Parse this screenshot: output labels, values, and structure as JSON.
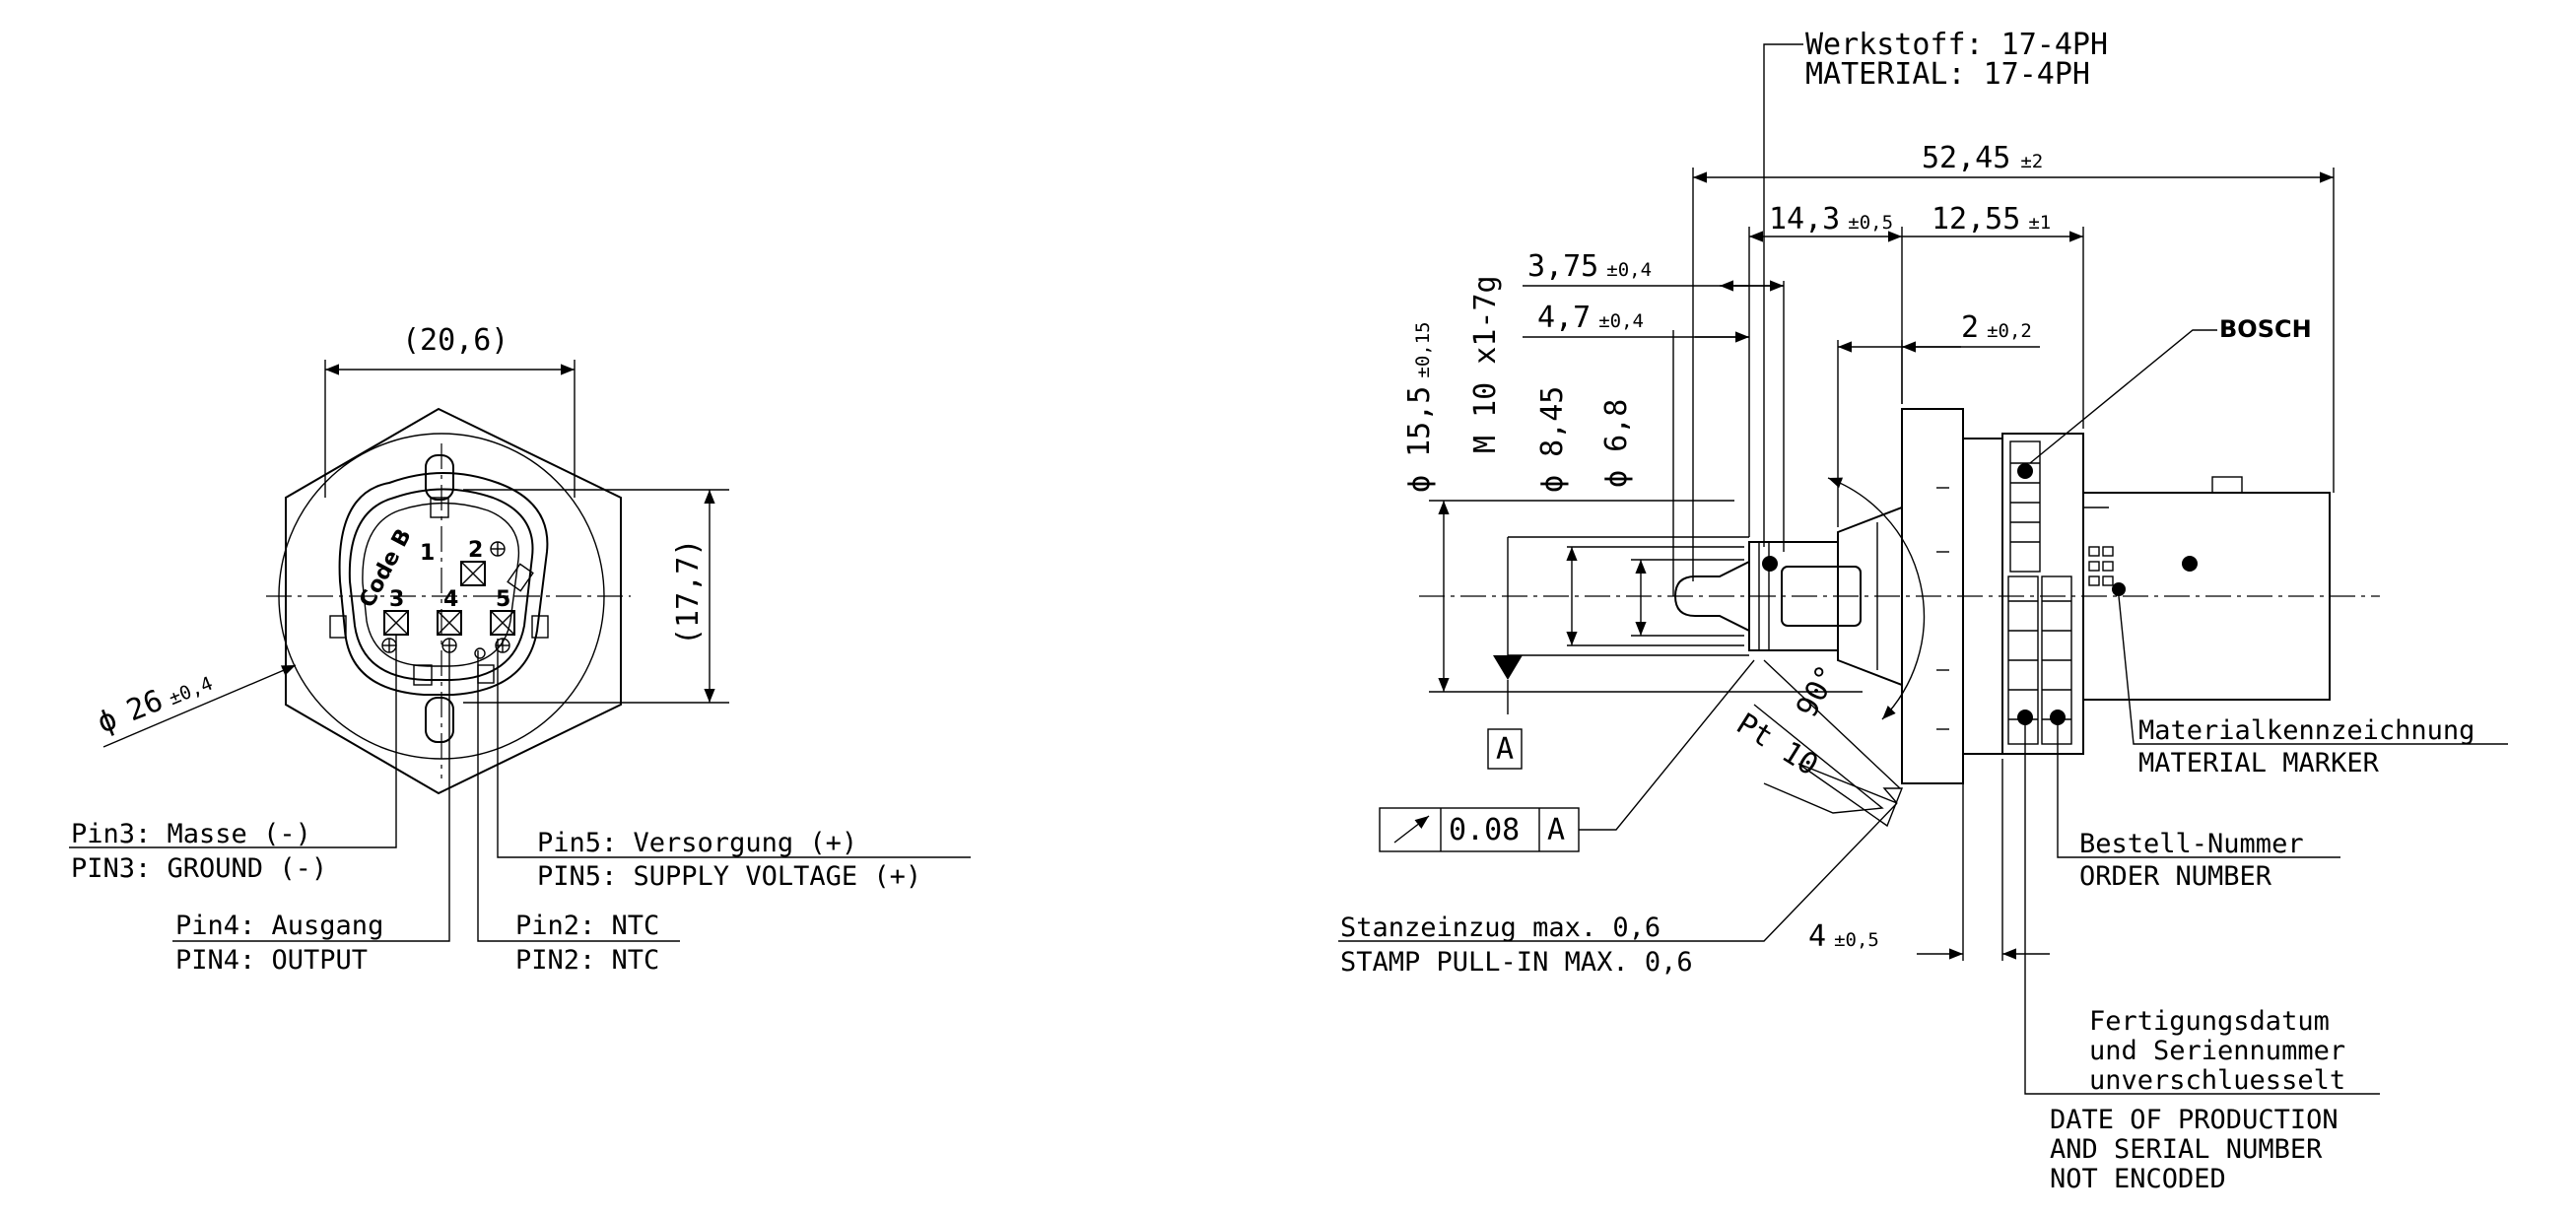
{
  "left_view": {
    "dims": {
      "width": "(20,6)",
      "height": "(17,7)",
      "diameter_sym": "ϕ",
      "diameter": "26",
      "diameter_tol": "±0,4"
    },
    "connector": {
      "code": "Code B",
      "pins": [
        "1",
        "2",
        "3",
        "4",
        "5"
      ]
    },
    "callouts": {
      "pin3_de": "Pin3: Masse (-)",
      "pin3_en": "PIN3: GROUND (-)",
      "pin4_de": "Pin4: Ausgang",
      "pin4_en": "PIN4: OUTPUT",
      "pin2_de": "Pin2: NTC",
      "pin2_en": "PIN2: NTC",
      "pin5_de": "Pin5: Versorgung (+)",
      "pin5_en": "PIN5: SUPPLY VOLTAGE (+)"
    }
  },
  "right_view": {
    "material_de": "Werkstoff: 17-4PH",
    "material_en": "MATERIAL: 17-4PH",
    "dims": {
      "overall": "52,45",
      "overall_tol": "±2",
      "d143": "14,3",
      "d143_tol": "±0,5",
      "d1255": "12,55",
      "d1255_tol": "±1",
      "d375": "3,75",
      "d375_tol": "±0,4",
      "d47": "4,7",
      "d47_tol": "±0,4",
      "d2": "2",
      "d2_tol": "±0,2",
      "d4": "4",
      "d4_tol": "±0,5",
      "dia155": "ϕ 15,5",
      "dia155_tol": "±0,15",
      "thread": "M 10 x1-7g",
      "dia845": "ϕ 8,45",
      "dia68": "ϕ 6,8",
      "angle": "90°",
      "pt": "Pt 10"
    },
    "datum": "A",
    "tolerance_frame": {
      "value": "0.08",
      "datum": "A"
    },
    "brand": "BOSCH",
    "callouts": {
      "stamp_de": "Stanzeinzug max. 0,6",
      "stamp_en": "STAMP PULL-IN MAX. 0,6",
      "marker_de": "Materialkennzeichnung",
      "marker_en": "MATERIAL MARKER",
      "order_de": "Bestell-Nummer",
      "order_en": "ORDER NUMBER",
      "date_de_1": "Fertigungsdatum",
      "date_de_2": "und Seriennummer",
      "date_de_3": "unverschluesselt",
      "date_en_1": "DATE OF PRODUCTION",
      "date_en_2": "AND SERIAL NUMBER",
      "date_en_3": "NOT ENCODED"
    }
  }
}
